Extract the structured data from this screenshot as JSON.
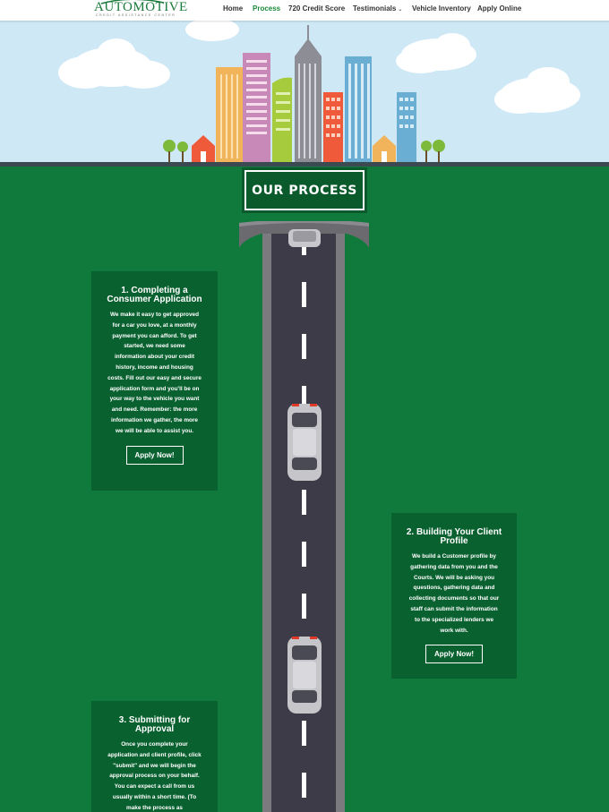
{
  "header": {
    "logo_text": "AUTOMOTIVE",
    "logo_tagline": "CREDIT ASSISTANCE CENTER",
    "nav": [
      {
        "label": "Home",
        "active": false
      },
      {
        "label": "Process",
        "active": true
      },
      {
        "label": "720 Credit Score",
        "active": false
      },
      {
        "label": "Testimonials",
        "active": false,
        "dropdown": true
      },
      {
        "label": "Vehicle Inventory",
        "active": false
      },
      {
        "label": "Apply Online",
        "active": false
      }
    ]
  },
  "section": {
    "title": "OUR PROCESS"
  },
  "steps": [
    {
      "title": "1. Completing a Consumer Application",
      "body": "We make it easy to get approved for a car you love, at a monthly payment you can afford. To get started, we need some information about your credit history, income and housing costs. Fill out our easy and secure application form and you'll be on your way to the vehicle you want and need. Remember: the more information we gather, the more we will be able to assist you.",
      "button": "Apply Now!"
    },
    {
      "title": "2. Building Your Client Profile",
      "body": "We build a Customer profile by gathering data from you and the Courts. We will be asking you questions, gathering data and collecting documents so that our staff can submit the information to the specialized lenders we work with.",
      "button": "Apply Now!"
    },
    {
      "title": "3. Submitting for Approval",
      "body": "Once you complete your application and client profile, click \"submit\" and we will begin the approval process on your behalf. You can expect a call from us usually within a short time. (To make the process as",
      "button": ""
    }
  ],
  "colors": {
    "background_green": "#0f7a3b",
    "card_green": "#0a6130",
    "sky": "#cfe8f6",
    "nav_active": "#1a8a3a"
  }
}
